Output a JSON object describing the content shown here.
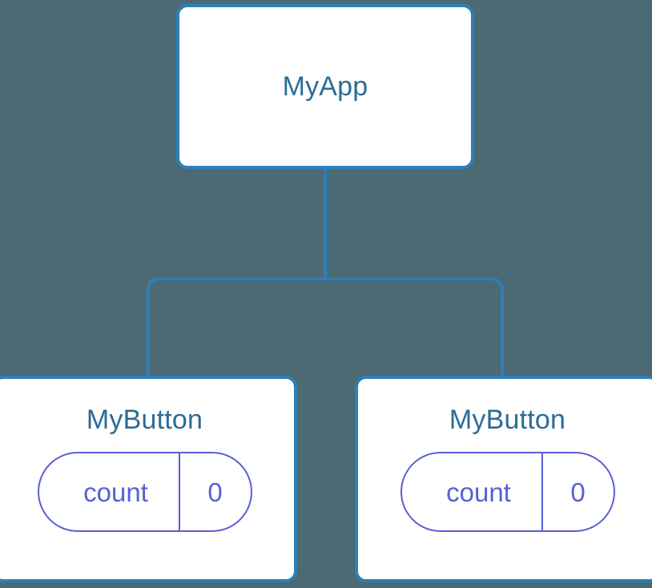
{
  "diagram": {
    "type": "component-tree",
    "background_color": "#4b6a73",
    "node_border_color": "#2d7fb8",
    "node_title_color": "#2d6c96",
    "state_accent_color": "#5a5fd4",
    "connector_color": "#2d7fb8"
  },
  "root": {
    "title": "MyApp"
  },
  "children": [
    {
      "title": "MyButton",
      "state": {
        "key": "count",
        "value": "0"
      }
    },
    {
      "title": "MyButton",
      "state": {
        "key": "count",
        "value": "0"
      }
    }
  ]
}
